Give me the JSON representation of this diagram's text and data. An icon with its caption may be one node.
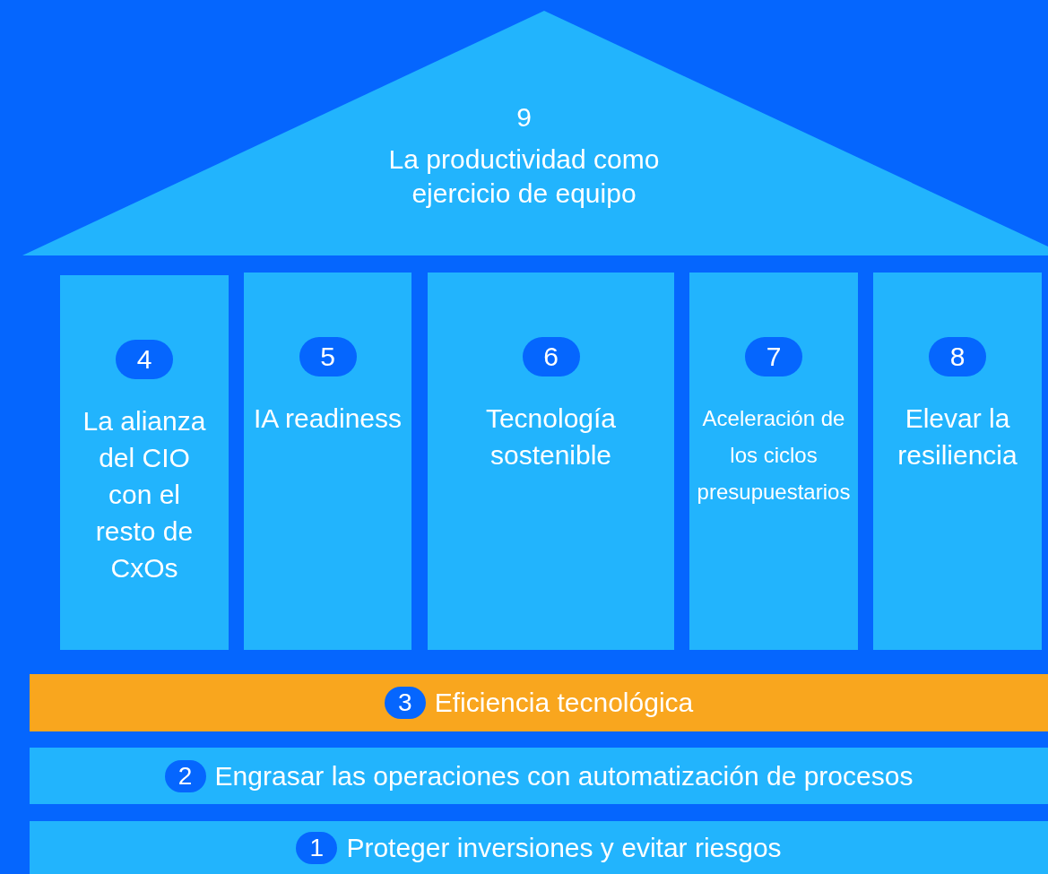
{
  "diagram": {
    "nodes": [
      {
        "text": [
          "9",
          "La productividad como ejercicio de equipo"
        ]
      },
      {
        "text": [
          "4",
          "La alianza del CIO con el resto de CxOs"
        ]
      },
      {
        "text": [
          "5",
          "IA readiness"
        ]
      },
      {
        "text": [
          "6",
          "Tecnología sostenible"
        ]
      },
      {
        "text": [
          "7",
          "Aceleración de los ciclos presupuestarios"
        ]
      },
      {
        "text": [
          "8",
          "Elevar la resiliencia"
        ]
      },
      {
        "text": [
          "3",
          "Eficiencia tecnológica"
        ]
      },
      {
        "text": [
          "2",
          "Engrasar las operaciones con automatización de procesos"
        ]
      },
      {
        "text": [
          "1",
          "Proteger inversiones y evitar riesgos"
        ]
      }
    ],
    "edges": []
  }
}
